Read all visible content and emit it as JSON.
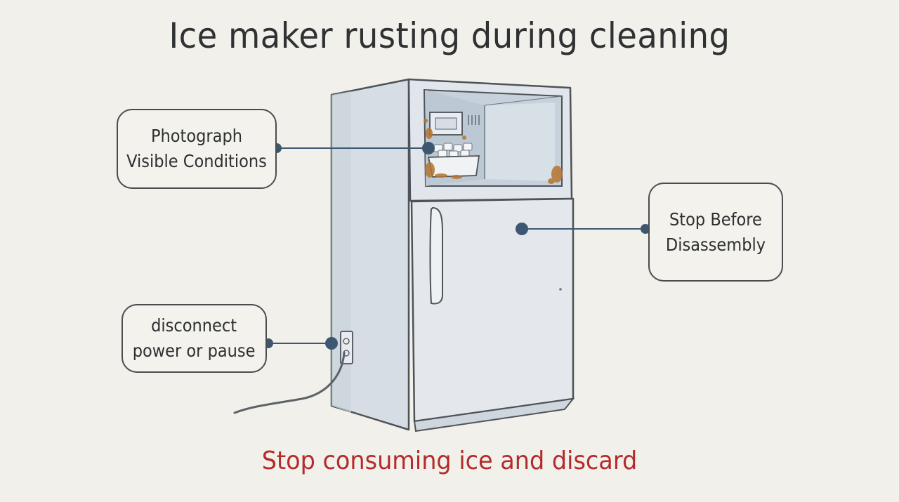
{
  "title": "Ice maker rusting during cleaning",
  "callouts": {
    "photograph": "Photograph\nVisible Conditions",
    "stop_disassembly": "Stop Before\nDisassembly",
    "disconnect": "disconnect\npower or pause"
  },
  "footer": "Stop consuming ice and discard",
  "colors": {
    "title": "#2f3133",
    "footer_warning": "#b52b2b",
    "connector": "#3e5770",
    "rust": "#b5742e",
    "fridge_body": "#dfe4ea"
  }
}
